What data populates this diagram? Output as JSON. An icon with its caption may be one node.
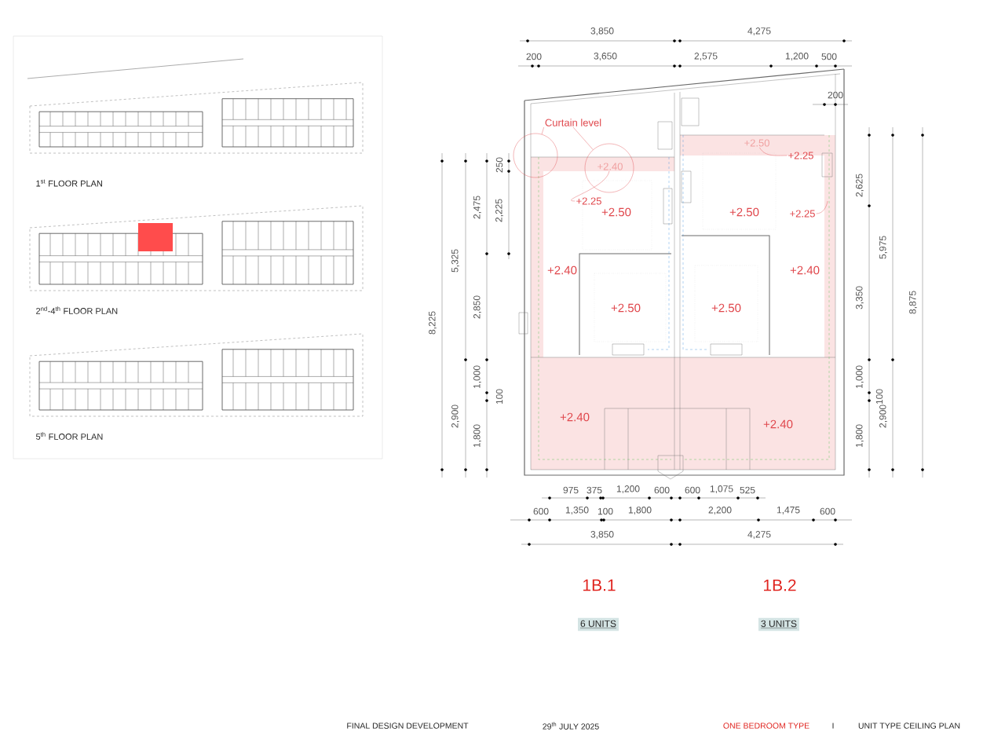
{
  "diagram": {
    "nodes": [
      {
        "text": [
          "Curtain level"
        ]
      },
      {
        "text": [],
        "shape": "circle"
      },
      {
        "text": [],
        "shape": "circle"
      },
      {
        "text": [
          "+2.25"
        ]
      },
      {
        "text": [
          "+2.25"
        ]
      },
      {
        "text": [
          "+2.25"
        ]
      },
      {
        "text": [
          "+2.40"
        ],
        "in": 2
      },
      {
        "text": [
          "+2.50"
        ]
      }
    ],
    "edges": [
      {
        "from": 0,
        "to": 1,
        "arrow": "none",
        "color": "#e0474c"
      },
      {
        "from": 0,
        "to": 2,
        "arrow": "none",
        "color": "#e0474c"
      },
      {
        "from": 3,
        "to": 6,
        "arrow": "none",
        "color": "#e0474c"
      },
      {
        "from": 4,
        "to": 7,
        "arrow": "none",
        "color": "#e0474c"
      },
      {
        "from": 5,
        "to": null,
        "arrow": "none",
        "color": "#e0474c"
      }
    ],
    "labels": [
      "1$^{st}$ FLOOR PLAN",
      "2$^{nd}$-4$^{th}$ FLOOR PLAN",
      "5$^{th}$ FLOOR PLAN",
      "3,850",
      "4,275",
      "200",
      "3,650",
      "2,575",
      "1,200",
      "500",
      "200",
      "250",
      "2,475",
      "2,225",
      "5,325",
      "8,225",
      "2,850",
      "+2.50",
      "+2.50",
      "2,625",
      "5,975",
      "+2.40",
      "+2.40",
      "3,350",
      "8,875",
      "+2.50",
      "+2.50",
      "1,000",
      "100",
      "2,900",
      "1,800",
      "+2.40",
      "+2.40",
      "1,000",
      "100",
      "2,900",
      "1,800",
      "975",
      "375",
      "1,200",
      "600",
      "600",
      "1,075",
      "525",
      "600",
      "1,350",
      "100",
      "1,800",
      "2,200",
      "1,475",
      "600",
      "3,850",
      "4,275",
      "1B.1",
      "1B.2",
      "6 UNITS",
      "3 UNITS",
      "FINAL DESIGN DEVELOPMENT",
      "29$^{th}$ JULY 2025",
      "ONE BEDROOM TYPE",
      "I",
      "UNIT TYPE CEILING PLAN"
    ]
  }
}
